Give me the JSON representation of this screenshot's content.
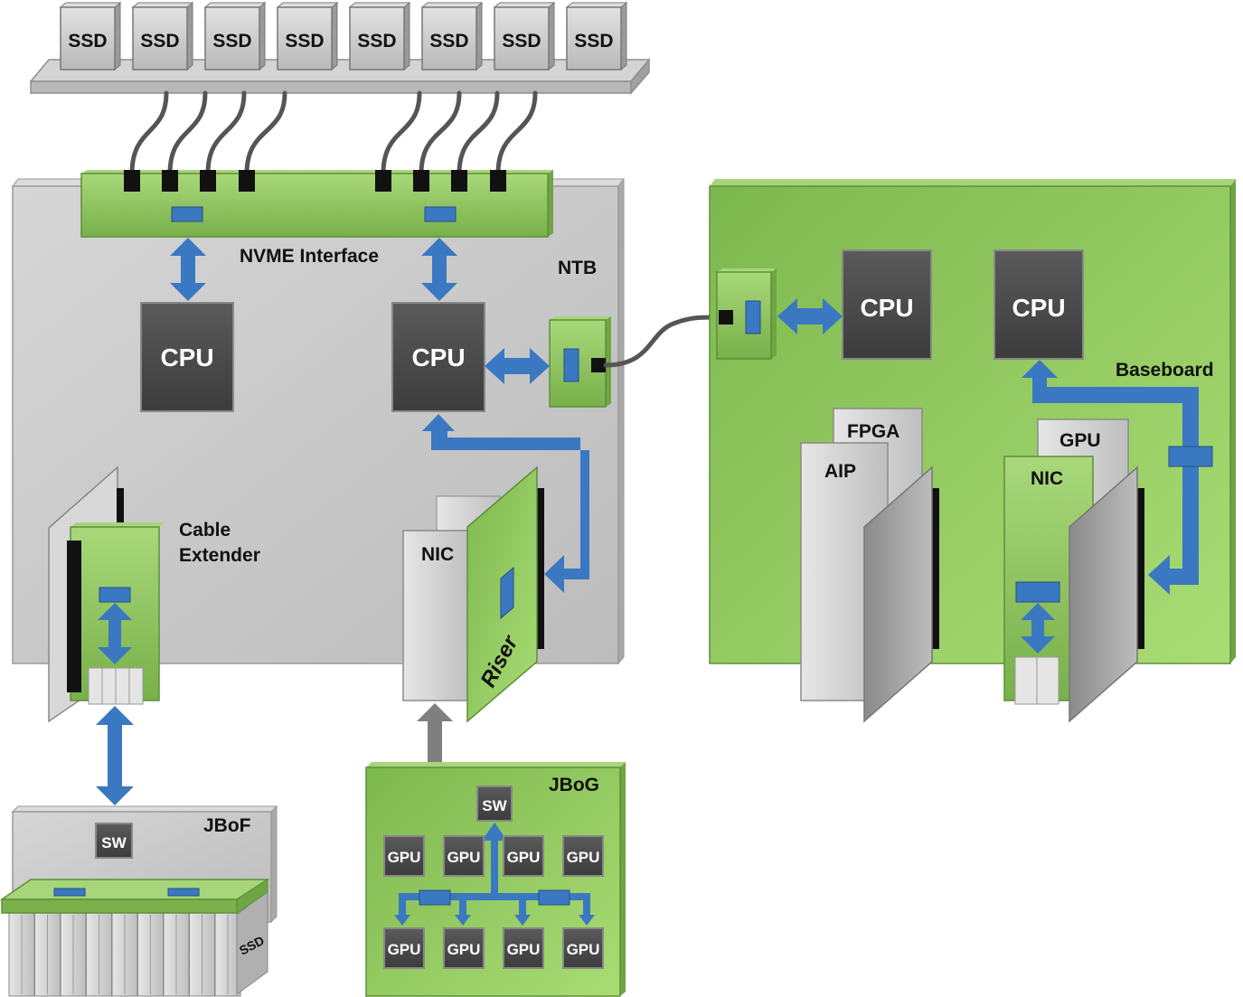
{
  "ssd_tray": {
    "ssds": [
      "SSD",
      "SSD",
      "SSD",
      "SSD",
      "SSD",
      "SSD",
      "SSD",
      "SSD"
    ]
  },
  "server": {
    "nvme_label": "NVME Interface",
    "ntb_label": "NTB",
    "cpu_left": "CPU",
    "cpu_right": "CPU",
    "cable_extender_line1": "Cable",
    "cable_extender_line2": "Extender",
    "nic_label": "NIC",
    "riser_label": "Riser"
  },
  "baseboard": {
    "label": "Baseboard",
    "cpu_left": "CPU",
    "cpu_right": "CPU",
    "fpga_label": "FPGA",
    "aip_label": "AIP",
    "gpu_label": "GPU",
    "nic_label": "NIC"
  },
  "jbof": {
    "label": "JBoF",
    "switch_label": "SW",
    "ssd_label": "SSD"
  },
  "jbog": {
    "label": "JBoG",
    "switch_label": "SW",
    "gpus_top": [
      "GPU",
      "GPU",
      "GPU",
      "GPU"
    ],
    "gpus_bottom": [
      "GPU",
      "GPU",
      "GPU",
      "GPU"
    ]
  },
  "colors": {
    "arrow_blue": "#3b78c2",
    "arrow_gray": "#7f7f7f",
    "board_green": "#8cc45c",
    "chip_dark": "#4a4a4a",
    "chassis_gray": "#c8c8c8"
  }
}
